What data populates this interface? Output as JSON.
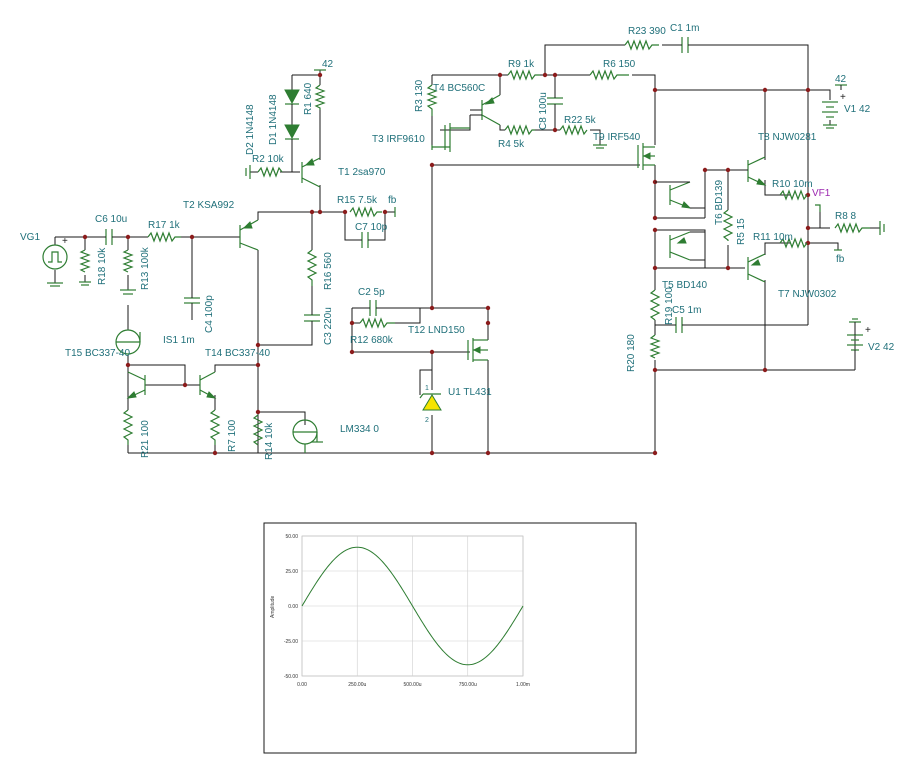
{
  "components": {
    "VG1": "VG1",
    "R18": "R18 10k",
    "R13": "R13 100k",
    "C6": "C6 10u",
    "R17": "R17 1k",
    "C4": "C4 100p",
    "IS1": "IS1 1m",
    "T15": "T15 BC337-40",
    "T14": "T14 BC337-40",
    "R21": "R21 100",
    "R7": "R7 100",
    "R14": "R14 10k",
    "LM334": "LM334 0",
    "T2": "T2 KSA992",
    "D2": "D2 1N4148",
    "D1": "D1 1N4148",
    "R1": "R1 640",
    "V42a": "42",
    "R2": "R2 10k",
    "T1": "T1 2sa970",
    "R15": "R15 7.5k",
    "fb1": "fb",
    "C7": "C7 10p",
    "R16": "R16 560",
    "C3": "C3 220u",
    "C2": "C2 5p",
    "R12": "R12 680k",
    "T12": "T12 LND150",
    "U1": "U1 TL431",
    "R3": "R3 130",
    "T4": "T4 BC560C",
    "R9": "R9 1k",
    "T3": "T3 IRF9610",
    "C8": "C8 100u",
    "R22": "R22 5k",
    "R4": "R4 5k",
    "T9": "T9 IRF540",
    "R23": "R23 390",
    "C1": "C1 1m",
    "R6": "R6 150",
    "V42b": "42",
    "V1": "V1 42",
    "T8": "T8 NJW0281",
    "R10": "R10 10m",
    "VF1": "VF1",
    "R8": "R8 8",
    "T6": "T6 BD139",
    "R5": "R5 15",
    "R11": "R11 10m",
    "fb2": "fb",
    "T5": "T5 BD140",
    "R19": "R19 100",
    "C5": "C5 1m",
    "T7": "T7 NJW0302",
    "V2": "V2 42",
    "R20": "R20 180",
    "pin1": "1",
    "pin2": "2"
  },
  "chart_data": {
    "type": "line",
    "ylabel": "Amplitude",
    "xlim": [
      0,
      0.001
    ],
    "ylim": [
      -50,
      50
    ],
    "xticks": [
      "0.00",
      "250.00u",
      "500.00u",
      "750.00u",
      "1.00m"
    ],
    "yticks": [
      "50.00",
      "25.00",
      "0.00",
      "-25.00",
      "-50.00"
    ],
    "series": [
      {
        "amplitude": 42,
        "frequency_hz": 1000,
        "color": "#2e7d32"
      }
    ],
    "grid": true
  }
}
